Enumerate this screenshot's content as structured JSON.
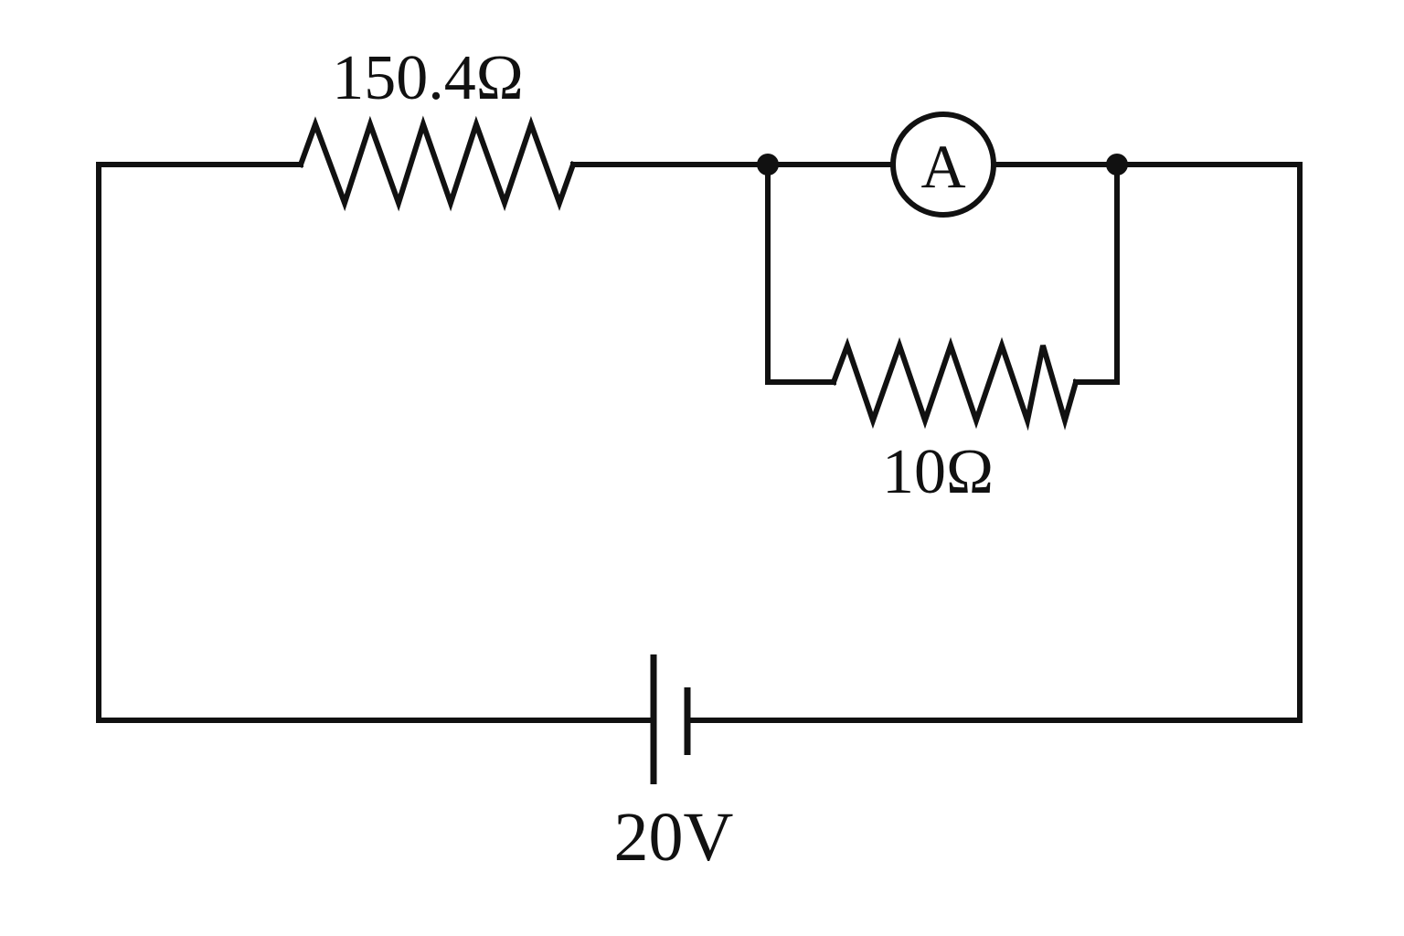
{
  "circuit": {
    "series_resistor_label": "150.4Ω",
    "parallel_resistor_label": "10Ω",
    "battery_label": "20V",
    "ammeter_symbol": "A"
  },
  "colors": {
    "line": "#111111",
    "background": "#ffffff"
  }
}
